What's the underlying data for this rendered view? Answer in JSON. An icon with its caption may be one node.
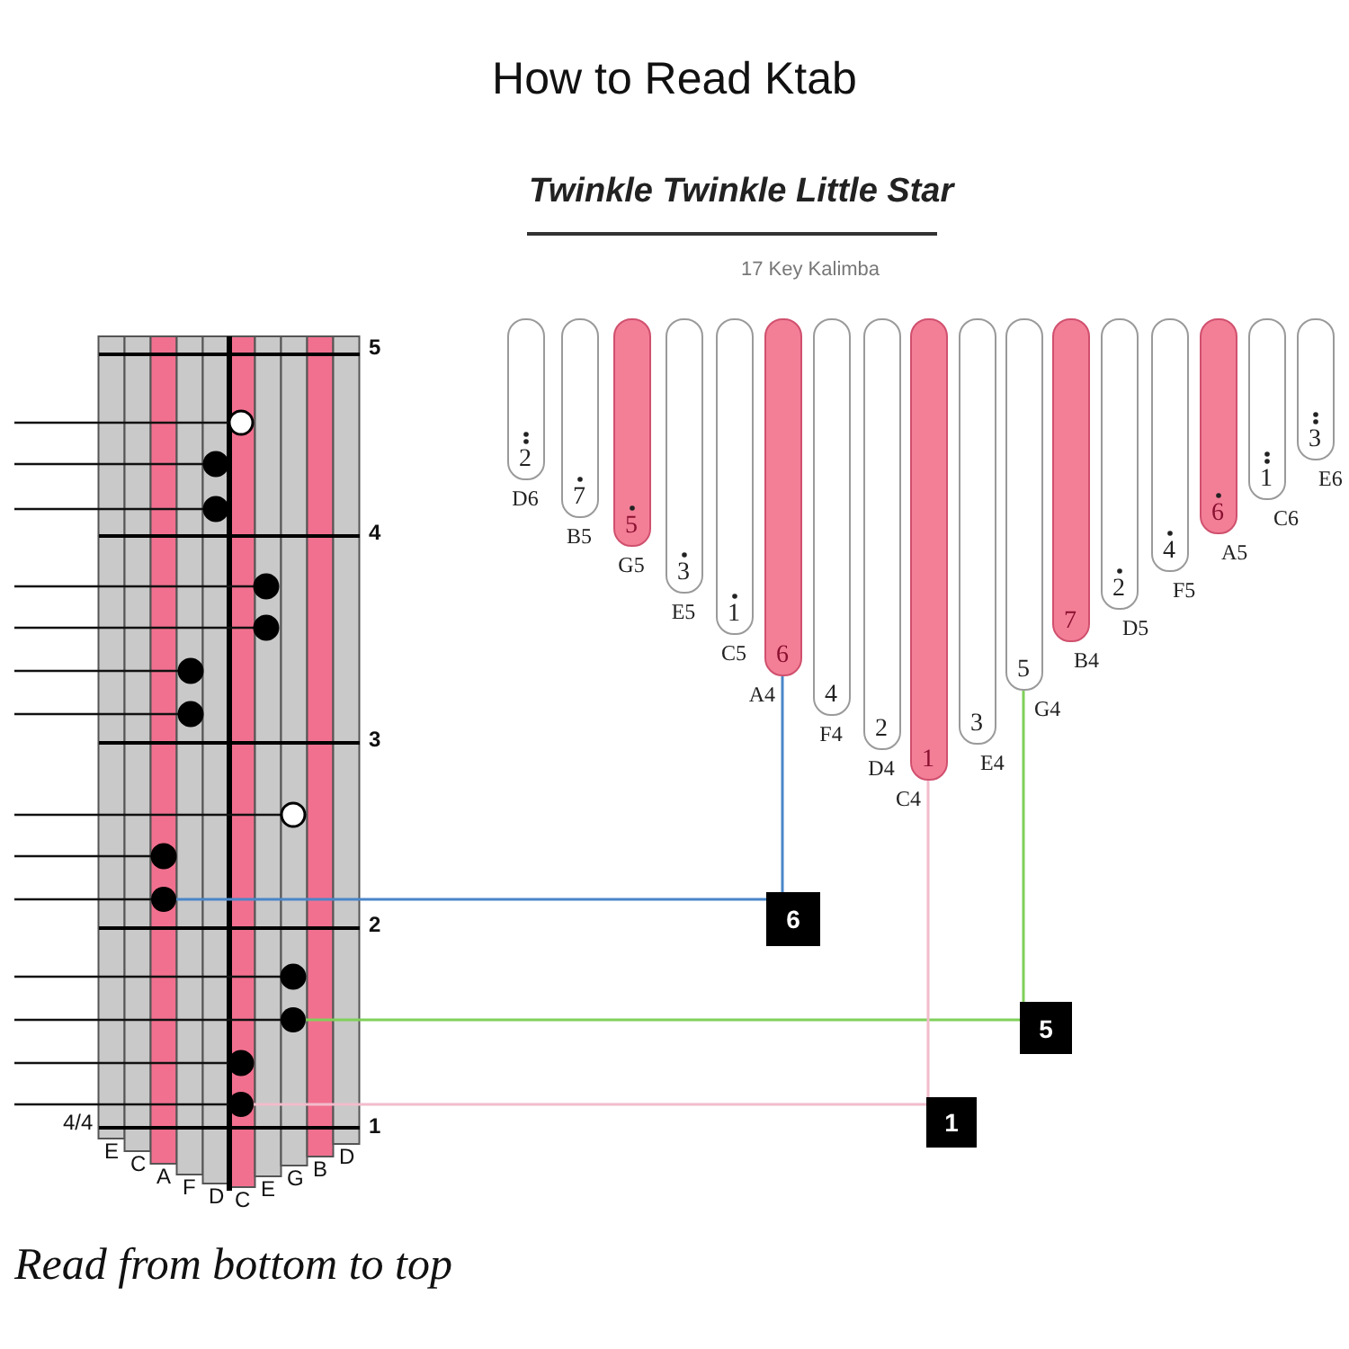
{
  "diagram": {
    "title": "How to Read Ktab",
    "caption": "Read from bottom to top",
    "nodes": [
      {
        "text": [
          "2"
        ],
        "beside": [
          "D6"
        ]
      },
      {
        "text": [
          "7"
        ],
        "beside": [
          "B5"
        ]
      },
      {
        "text": [
          "5"
        ],
        "beside": [
          "G5"
        ]
      },
      {
        "text": [
          "3"
        ],
        "beside": [
          "E5"
        ]
      },
      {
        "text": [
          "1"
        ],
        "beside": [
          "C5"
        ]
      },
      {
        "text": [
          "6"
        ],
        "beside": [
          "A4"
        ]
      },
      {
        "text": [
          "4"
        ],
        "beside": [
          "F4"
        ]
      },
      {
        "text": [
          "2"
        ],
        "beside": [
          "D4"
        ]
      },
      {
        "text": [
          "1"
        ],
        "beside": [
          "C4"
        ]
      },
      {
        "text": [
          "3"
        ],
        "beside": [
          "E4"
        ]
      },
      {
        "text": [
          "5"
        ],
        "beside": [
          "G4"
        ]
      },
      {
        "text": [
          "7"
        ],
        "beside": [
          "B4"
        ]
      },
      {
        "text": [
          "2"
        ],
        "beside": [
          "D5"
        ]
      },
      {
        "text": [
          "4"
        ],
        "beside": [
          "F5"
        ]
      },
      {
        "text": [
          "6"
        ],
        "beside": [
          "A5"
        ]
      },
      {
        "text": [
          "1"
        ],
        "beside": [
          "C6"
        ]
      },
      {
        "text": [
          "3"
        ],
        "beside": [
          "E6"
        ]
      },
      {
        "text": [],
        "shape": "circle"
      },
      {
        "text": [],
        "shape": "circle"
      },
      {
        "text": [],
        "shape": "circle"
      },
      {
        "text": [
          "6"
        ]
      },
      {
        "text": [
          "5"
        ]
      },
      {
        "text": [
          "1"
        ]
      }
    ],
    "edges": [
      {
        "from": 17,
        "to": 20,
        "arrow": "none",
        "color": "#4a86c8"
      },
      {
        "from": 5,
        "to": 20,
        "arrow": "none",
        "color": "#4a86c8"
      },
      {
        "from": 18,
        "to": 21,
        "arrow": "none",
        "color": "#7fd05a"
      },
      {
        "from": 10,
        "to": 21,
        "arrow": "none",
        "color": "#7fd05a"
      },
      {
        "from": 19,
        "to": 22,
        "arrow": "none",
        "color": "#f2bccb"
      },
      {
        "from": 8,
        "to": 22,
        "arrow": "none",
        "color": "#f2bccb"
      }
    ],
    "labels": [
      "Twinkle Twinkle Little Star",
      "17 Key Kalimba",
      "5",
      "4",
      "3",
      "2",
      "1",
      "4/4",
      "E",
      "C",
      "A",
      "F",
      "D",
      "C",
      "E",
      "G",
      "B",
      "D"
    ]
  }
}
